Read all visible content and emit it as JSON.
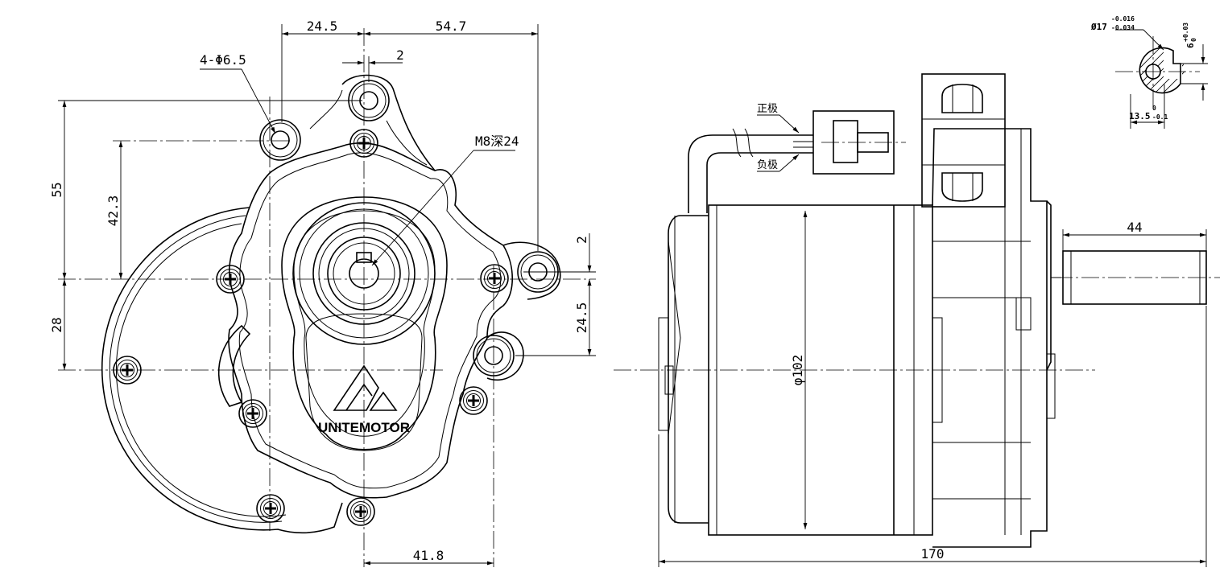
{
  "front_view": {
    "dims": {
      "top_left": "24.5",
      "top_right": "54.7",
      "offset": "2",
      "holes": "4-Φ6.5",
      "thread": "M8深24",
      "left_outer": "55",
      "left_inner": "42.3",
      "left_lower": "28",
      "right_upper": "2",
      "right_lower": "24.5",
      "bottom": "41.8"
    },
    "brand": "UNITEMOTOR"
  },
  "side_view": {
    "dims": {
      "diameter": "φ102",
      "shaft_length": "44",
      "overall_length": "170"
    },
    "wires": {
      "positive": "正极",
      "negative": "负极"
    }
  },
  "shaft_section": {
    "diameter": "Ø17",
    "diameter_tol_upper": "-0.016",
    "diameter_tol_lower": "-0.034",
    "key_width": "6",
    "key_tol_upper": "+0.03",
    "key_tol_lower": "0",
    "flat_depth": "13.5",
    "flat_tol_upper": "0",
    "flat_tol_lower": "-0.1"
  }
}
